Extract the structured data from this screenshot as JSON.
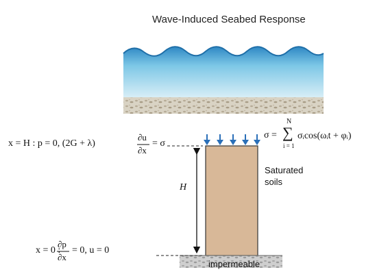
{
  "title": "Wave-Induced Seabed Response",
  "labels": {
    "height": "H",
    "soil_line1": "Saturated",
    "soil_line2": "soils",
    "base": "impermeable"
  },
  "equations": {
    "top_boundary": {
      "lead": "x = H :  p = 0,  (2G + λ)",
      "du": "∂u",
      "dx": "∂x",
      "rhs": "= σ"
    },
    "bottom_boundary": {
      "lead": "x = 0 :",
      "dp": "∂p",
      "dx": "∂x",
      "rhs": "= 0,  u = 0"
    },
    "load": {
      "lhs": "σ =",
      "sum_upper": "N",
      "sum_symbol": "∑",
      "sum_lower": "i = 1",
      "term": "σᵢcos(ωᵢt + φᵢ)"
    }
  },
  "colors": {
    "water": "#7cc7e6",
    "soil_column": "#d8b898",
    "load_arrows": "#2a6fb8"
  }
}
